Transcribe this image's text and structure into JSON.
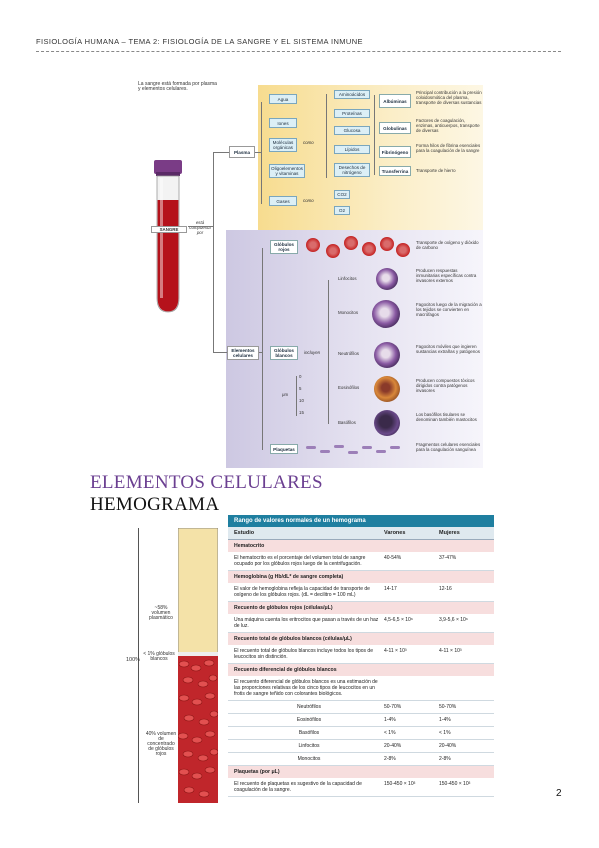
{
  "header": {
    "title": "FISIOLOGÍA HUMANA – TEMA 2: FISIOLOGÍA DE LA SANGRE Y EL SISTEMA INMUNE"
  },
  "page_number": "2",
  "figure1": {
    "intro": "La sangre está formada por plasma y elementos celulares.",
    "tube_label": "SANGRE",
    "tube_relation": "está compuesta por",
    "plasma_label": "Plasma",
    "plasma_components": [
      "Agua",
      "Iones",
      "Moléculas orgánicas",
      "Oligoelementos y vitaminas",
      "Gases"
    ],
    "como": "como",
    "organic": [
      "Aminoácidos",
      "Proteínas",
      "Glucosa",
      "Lípidos",
      "Desechos de nitrógeno"
    ],
    "gases": [
      "CO2",
      "O2"
    ],
    "proteins": [
      {
        "name": "Albúminas",
        "desc": "Principal contribución a la presión coloidosmótica del plasma, transporte de diversas sustancias"
      },
      {
        "name": "Globulinas",
        "desc": "Factores de coagulación, enzimas, anticuerpos, transporte de diversas"
      },
      {
        "name": "Fibrinógeno",
        "desc": "Forma hilos de fibrina esenciales para la coagulación de la sangre"
      },
      {
        "name": "Transferrina",
        "desc": "Transporte de hierro"
      }
    ],
    "cells_label": "Elementos celulares",
    "rbc": {
      "name": "Glóbulos rojos",
      "desc": "Transporte de oxígeno y dióxido de carbono"
    },
    "wbc": {
      "name": "Glóbulos blancos",
      "incluyen": "incluyen"
    },
    "leukocytes": [
      {
        "name": "Linfocitos",
        "desc": "Producen respuestas inmunitarias específicas contra invasores externos"
      },
      {
        "name": "Monocitos",
        "desc": "Fagocitos luego de la migración a los tejidos se convierten en macrófagos"
      },
      {
        "name": "Neutrófilos",
        "desc": "Fagocitos móviles que ingieren sustancias extrañas y patógenos"
      },
      {
        "name": "Eosinófilos",
        "desc": "Producen compuestos tóxicos dirigidos contra patógenos invasores"
      },
      {
        "name": "Basófilos",
        "desc": "Los basófilos tisulares se denominan también mastocitos"
      }
    ],
    "scale_label": "μm",
    "scale_ticks": [
      "0",
      "5",
      "10",
      "15"
    ],
    "platelets": {
      "name": "Plaquetas",
      "desc": "Fragmentos celulares esenciales para la coagulación sanguínea"
    }
  },
  "section": {
    "title1": "ELEMENTOS CELULARES",
    "title2": "HEMOGRAMA"
  },
  "hematocrit": {
    "total": "100%",
    "plasma": "~58% volumen plasmático",
    "buffy": "< 1% glóbulos blancos",
    "rbc": "40% volumen de concentrado de glóbulos rojos"
  },
  "table": {
    "title": "Rango de valores normales de un hemograma",
    "columns": [
      "Estudio",
      "Varones",
      "Mujeres"
    ],
    "sections": [
      {
        "heading": "Hematocrito",
        "rows": [
          {
            "study": "El hematocrito es el porcentaje del volumen total de sangre ocupado por los glóbulos rojos luego de la centrifugación.",
            "men": "40-54%",
            "women": "37-47%"
          }
        ]
      },
      {
        "heading": "Hemoglobina (g Hb/dL* de sangre completa)",
        "rows": [
          {
            "study": "El valor de hemoglobina refleja la capacidad de transporte de oxígeno de los glóbulos rojos. (dL = decilitro = 100 mL)",
            "men": "14-17",
            "women": "12-16"
          }
        ]
      },
      {
        "heading": "Recuento de glóbulos rojos (células/μL)",
        "rows": [
          {
            "study": "Una máquina cuenta los eritrocitos que pasan a través de un haz de luz.",
            "men": "4,5-6,5 × 10⁶",
            "women": "3,9-5,6 × 10⁶"
          }
        ]
      },
      {
        "heading": "Recuento total de glóbulos blancos (células/μL)",
        "rows": [
          {
            "study": "El recuento total de glóbulos blancos incluye todos los tipos de leucocitos sin distinción.",
            "men": "4-11 × 10³",
            "women": "4-11 × 10³"
          }
        ]
      },
      {
        "heading": "Recuento diferencial de glóbulos blancos",
        "rows": [
          {
            "study": "El recuento diferencial de glóbulos blancos es una estimación de las proporciones relativas de los cinco tipos de leucocitos en un frotis de sangre teñido con colorantes biológicos.",
            "men": "",
            "women": ""
          },
          {
            "study": "Neutrófilos",
            "men": "50-70%",
            "women": "50-70%",
            "sub": true
          },
          {
            "study": "Eosinófilos",
            "men": "1-4%",
            "women": "1-4%",
            "sub": true
          },
          {
            "study": "Basófilos",
            "men": "< 1%",
            "women": "< 1%",
            "sub": true
          },
          {
            "study": "Linfocitos",
            "men": "20-40%",
            "women": "20-40%",
            "sub": true
          },
          {
            "study": "Monocitos",
            "men": "2-8%",
            "women": "2-8%",
            "sub": true
          }
        ]
      },
      {
        "heading": "Plaquetas (por μL)",
        "rows": [
          {
            "study": "El recuento de plaquetas es sugestivo de la capacidad de coagulación de la sangre.",
            "men": "150-450 × 10³",
            "women": "150-450 × 10³"
          }
        ]
      }
    ]
  }
}
